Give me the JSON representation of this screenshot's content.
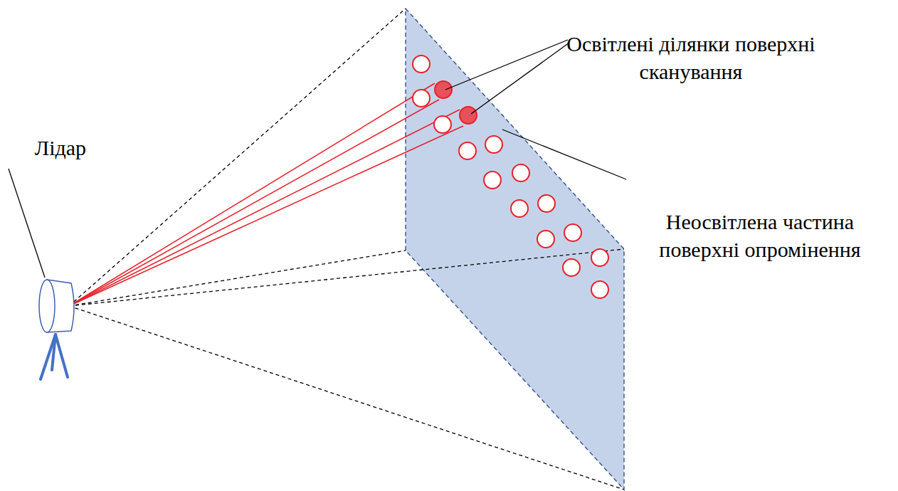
{
  "diagram": {
    "labels": [
      "Лідар",
      "Освітлені ділянки поверхні сканування",
      "Неосвітлена частина поверхні опромінення"
    ]
  }
}
